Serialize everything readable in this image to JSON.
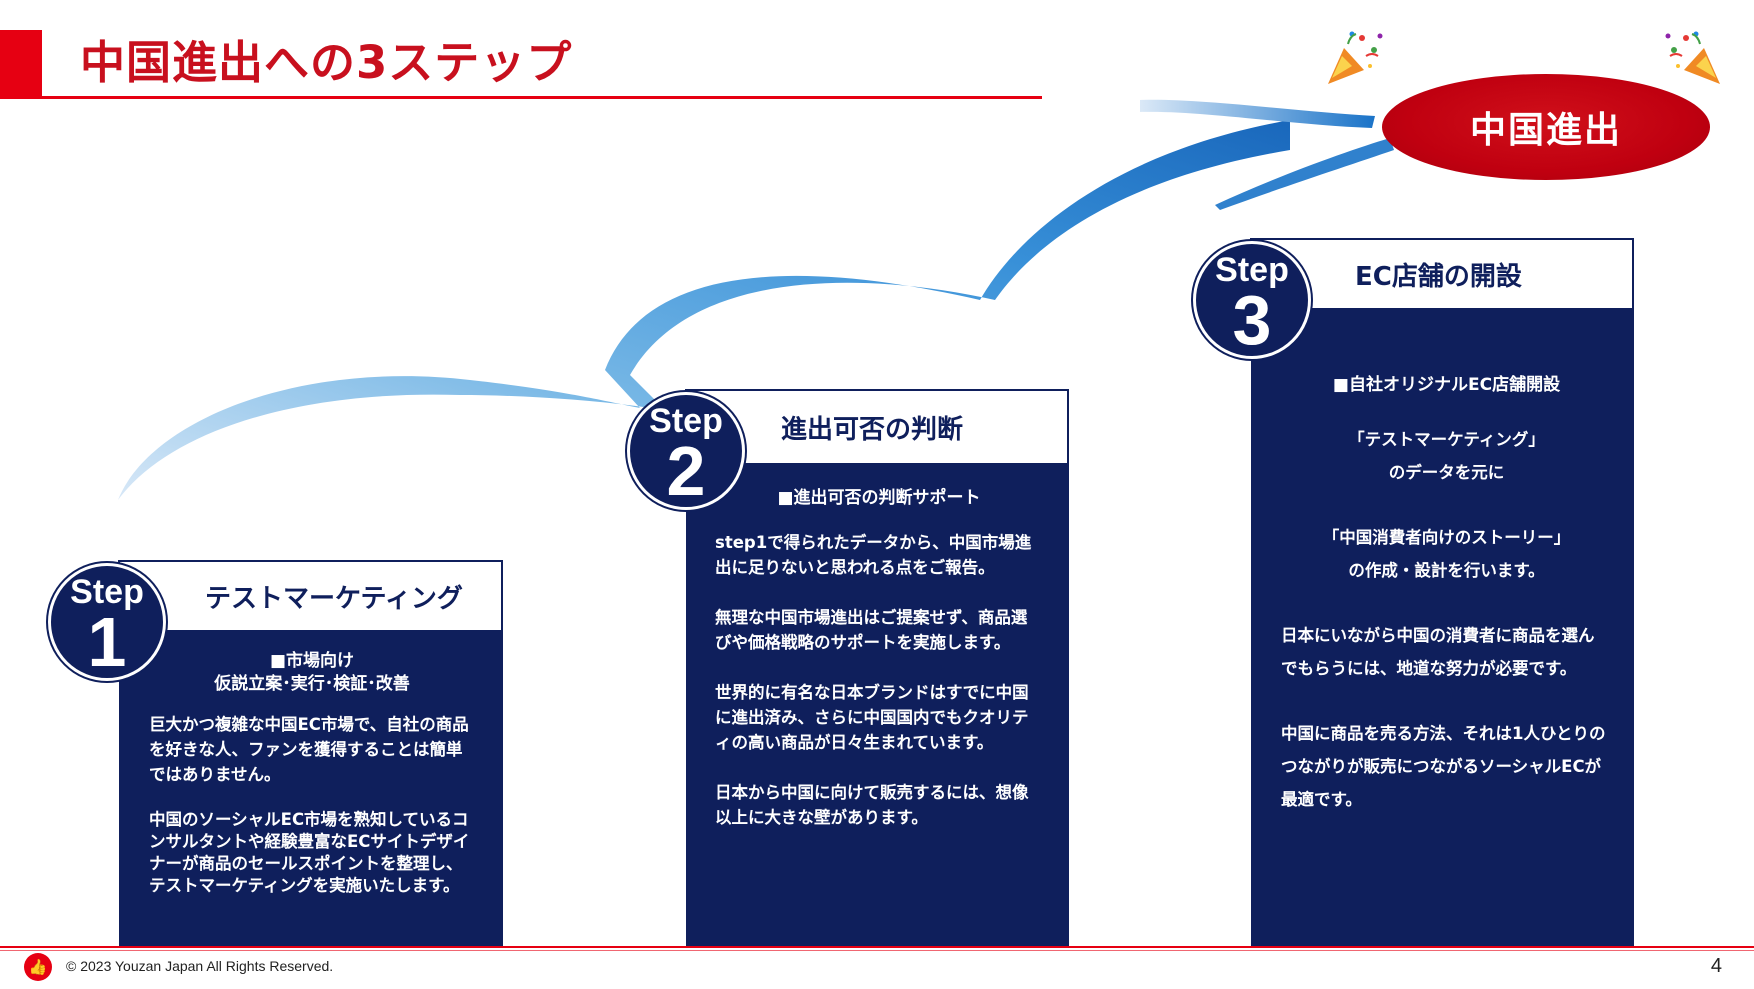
{
  "title": "中国進出への3ステップ",
  "goal": {
    "label": "中国進出"
  },
  "colors": {
    "navy": "#0f1f5c",
    "red": "#e60012",
    "goal_red": "#c00010",
    "arrow_blue": "#1a73c8"
  },
  "steps": [
    {
      "badge_word": "Step",
      "badge_num": "1",
      "heading": "テストマーケティング",
      "subtitle": [
        "■市場向け",
        "仮説立案･実行･検証･改善"
      ],
      "paragraphs": [
        "巨大かつ複雑な中国EC市場で、自社の商品を好きな人、ファンを獲得することは簡単ではありません。",
        "中国のソーシャルEC市場を熟知しているコンサルタントや経験豊富なECサイトデザイナーが商品のセールスポイントを整理し、テストマーケティングを実施いたします。"
      ]
    },
    {
      "badge_word": "Step",
      "badge_num": "2",
      "heading": "進出可否の判断",
      "subtitle": [
        "■進出可否の判断サポート"
      ],
      "paragraphs": [
        "step1で得られたデータから、中国市場進出に足りないと思われる点をご報告。",
        "無理な中国市場進出はご提案せず、商品選びや価格戦略のサポートを実施します。",
        "世界的に有名な日本ブランドはすでに中国に進出済み、さらに中国国内でもクオリティの高い商品が日々生まれています。",
        "日本から中国に向けて販売するには、想像以上に大きな壁があります。"
      ]
    },
    {
      "badge_word": "Step",
      "badge_num": "3",
      "heading": "EC店舗の開設",
      "subtitle": [
        "■自社オリジナルEC店舗開設"
      ],
      "center_lines_a": [
        "「テストマーケティング」",
        "のデータを元に"
      ],
      "center_lines_b": [
        "「中国消費者向けのストーリー」",
        "の作成・設計を行います。"
      ],
      "lines_c": [
        "日本にいながら中国の消費者に商品を選ん",
        "でもらうには、地道な努力が必要です。"
      ],
      "lines_d": [
        "中国に商品を売る方法、それは1人ひとりの",
        "つながりが販売につながるソーシャルECが",
        "最適です。"
      ]
    }
  ],
  "footer": {
    "copyright": "© 2023 Youzan Japan All Rights Reserved.",
    "page": "4"
  },
  "icons": {
    "confetti": "party-popper-icon",
    "logo": "thumbs-up-icon"
  }
}
